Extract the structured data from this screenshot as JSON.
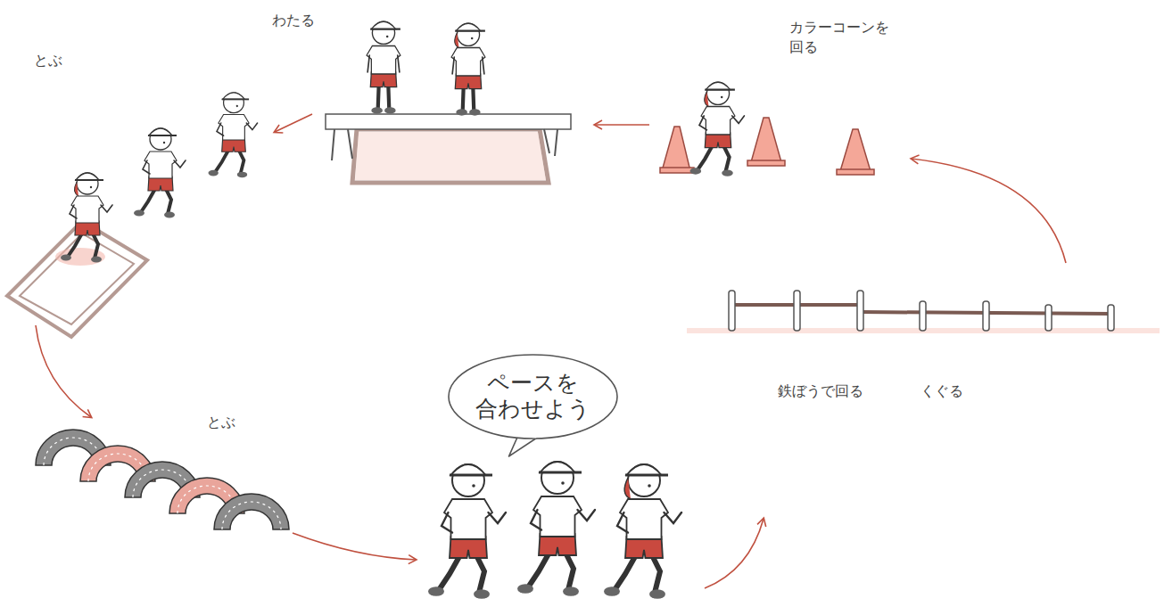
{
  "diagram": {
    "nodes": [
      {
        "text": [
          "ペースを 合わせよう"
        ]
      }
    ],
    "labels": [
      "わたる",
      "とぶ",
      "カラーコーンを 回る",
      "とぶ",
      "鉄ぼうで回る",
      "くぐる"
    ]
  }
}
